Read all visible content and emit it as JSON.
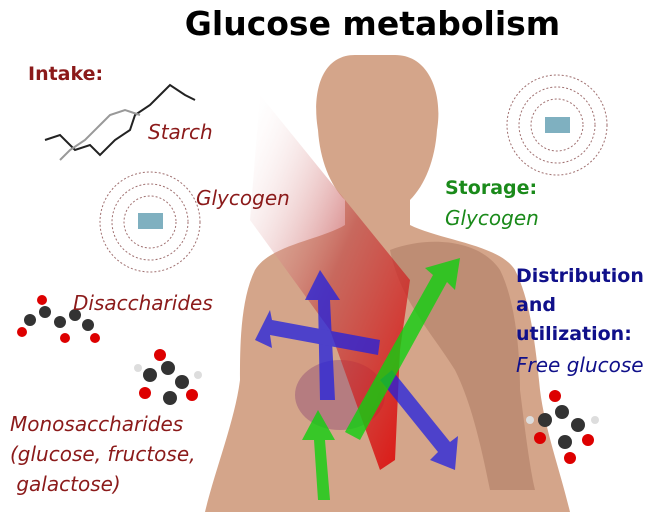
{
  "title": "Glucose metabolism",
  "intake": {
    "heading": "Intake:",
    "starch": "Starch",
    "glycogen": "Glycogen",
    "disaccharides": "Disaccharides",
    "monosaccharides": [
      "Monosaccharides",
      "(glucose, fructose,",
      " galactose)"
    ]
  },
  "storage": {
    "heading": "Storage:",
    "item": "Glycogen"
  },
  "distribution": {
    "heading": [
      "Distribution",
      "and",
      "utilization:"
    ],
    "item": "Free glucose"
  },
  "colors": {
    "intake": "#8b1a1a",
    "storage": "#1a8a1a",
    "distribution": "#10108a",
    "skin": "#d4a58a"
  }
}
